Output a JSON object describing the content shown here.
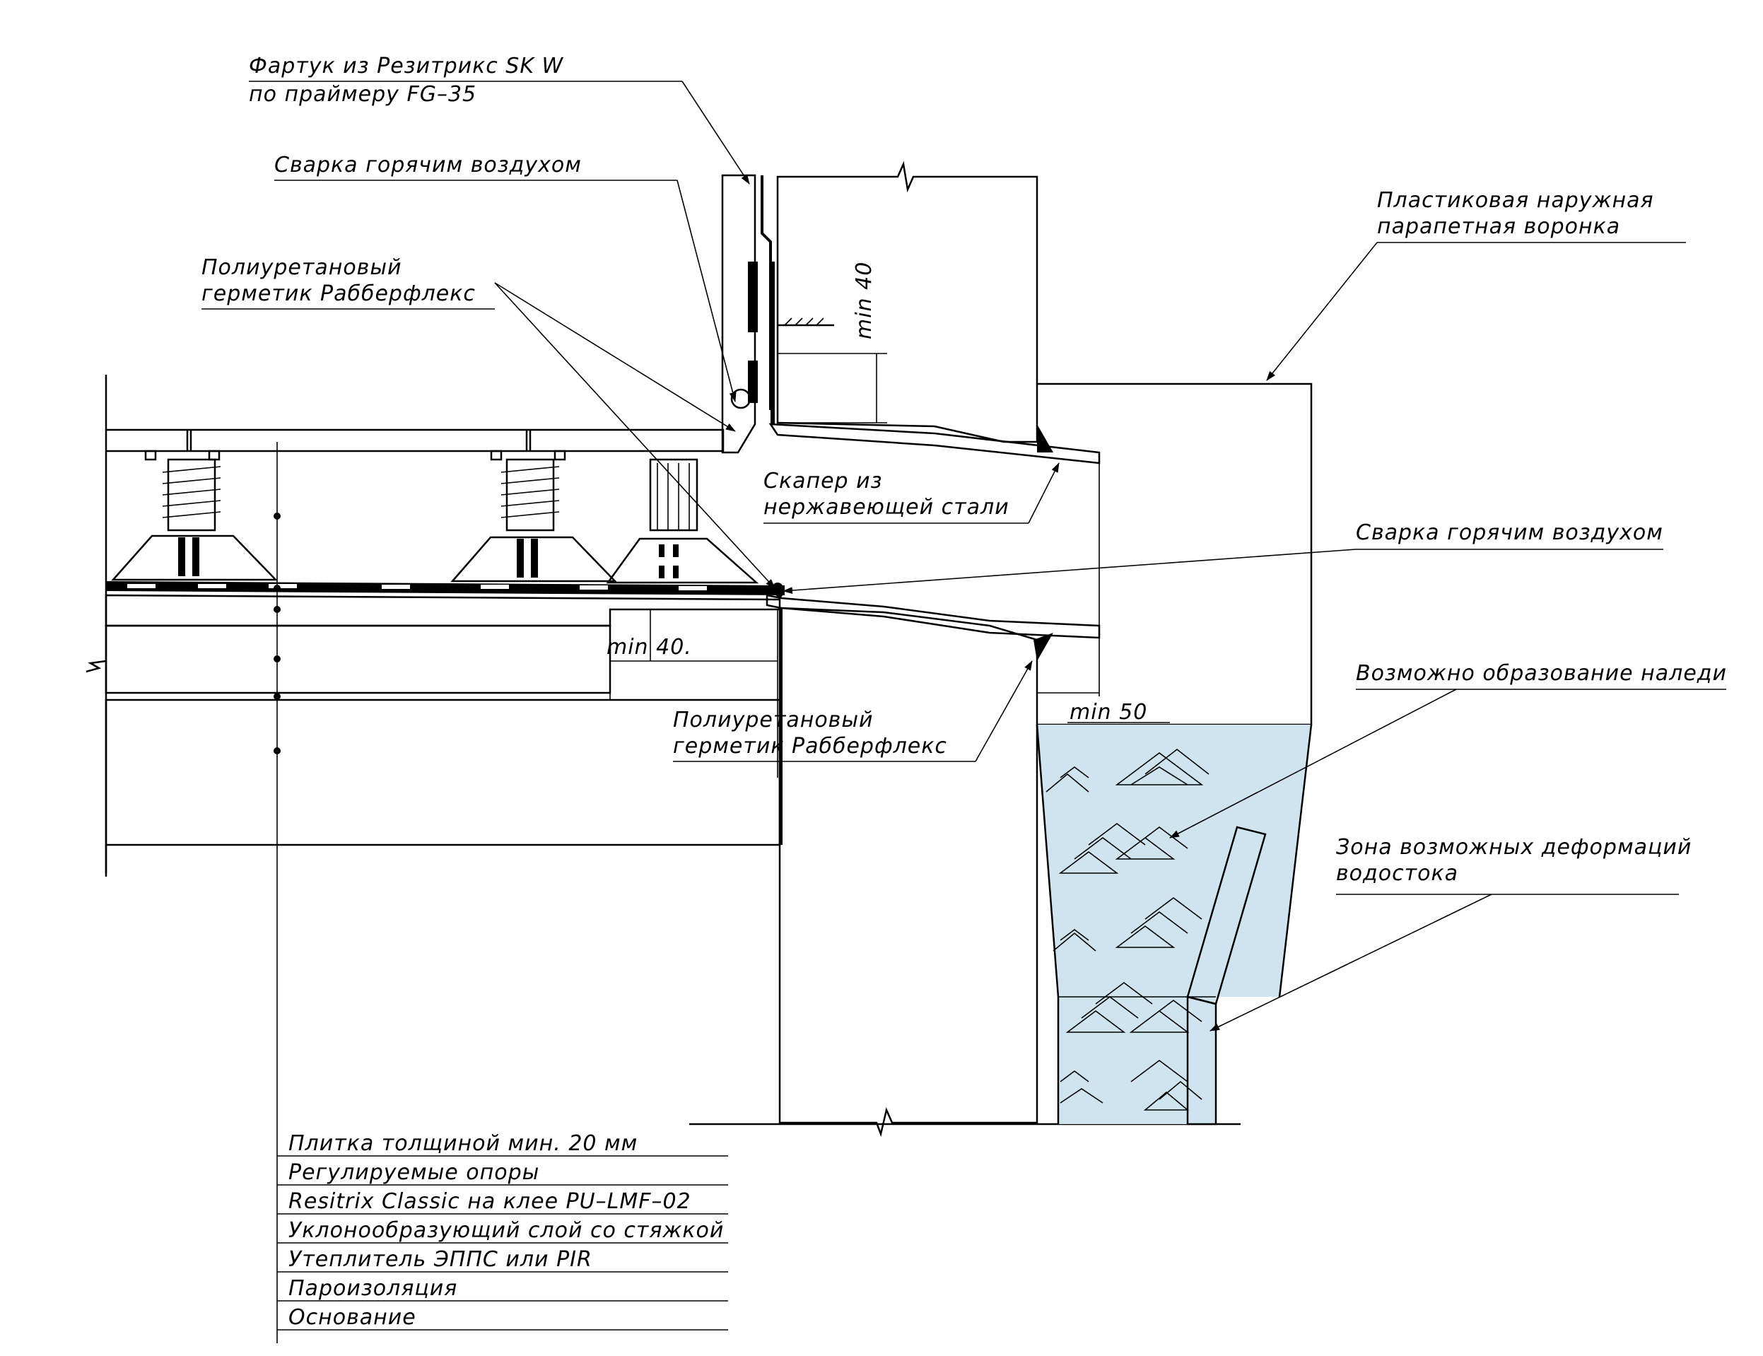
{
  "labels": {
    "apron_line1": "Фартук из Резитрикс SK W",
    "apron_line2": "по праймеру FG–35",
    "weld_top": "Сварка горячим воздухом",
    "sealant_top_line1": "Полиуретановый",
    "sealant_top_line2": "герметик Рабберфлекс",
    "funnel_line1": "Пластиковая наружная",
    "funnel_line2": "парапетная воронка",
    "scupper_line1": "Скапер из",
    "scupper_line2": "нержавеющей стали",
    "weld_mid": "Сварка горячим воздухом",
    "ice": "Возможно образование наледи",
    "sealant_mid_line1": "Полиуретановый",
    "sealant_mid_line2": "герметик Рабберфлекс",
    "deform_line1": "Зона возможных деформаций",
    "deform_line2": "водостока"
  },
  "dimensions": {
    "vertical_min": "min 40",
    "horizontal_min": "min 40.",
    "gap_min": "min 50"
  },
  "layers": [
    "Плитка толщиной мин. 20 мм",
    "Регулируемые опоры",
    "Resitrix Classic на клее PU–LMF–02",
    "Уклонообразующий слой со стяжкой",
    "Утеплитель ЭППС или PIR",
    "Пароизоляция",
    "Основание"
  ],
  "colors": {
    "ice_fill": "#cfe4ee",
    "line": "#000000"
  }
}
